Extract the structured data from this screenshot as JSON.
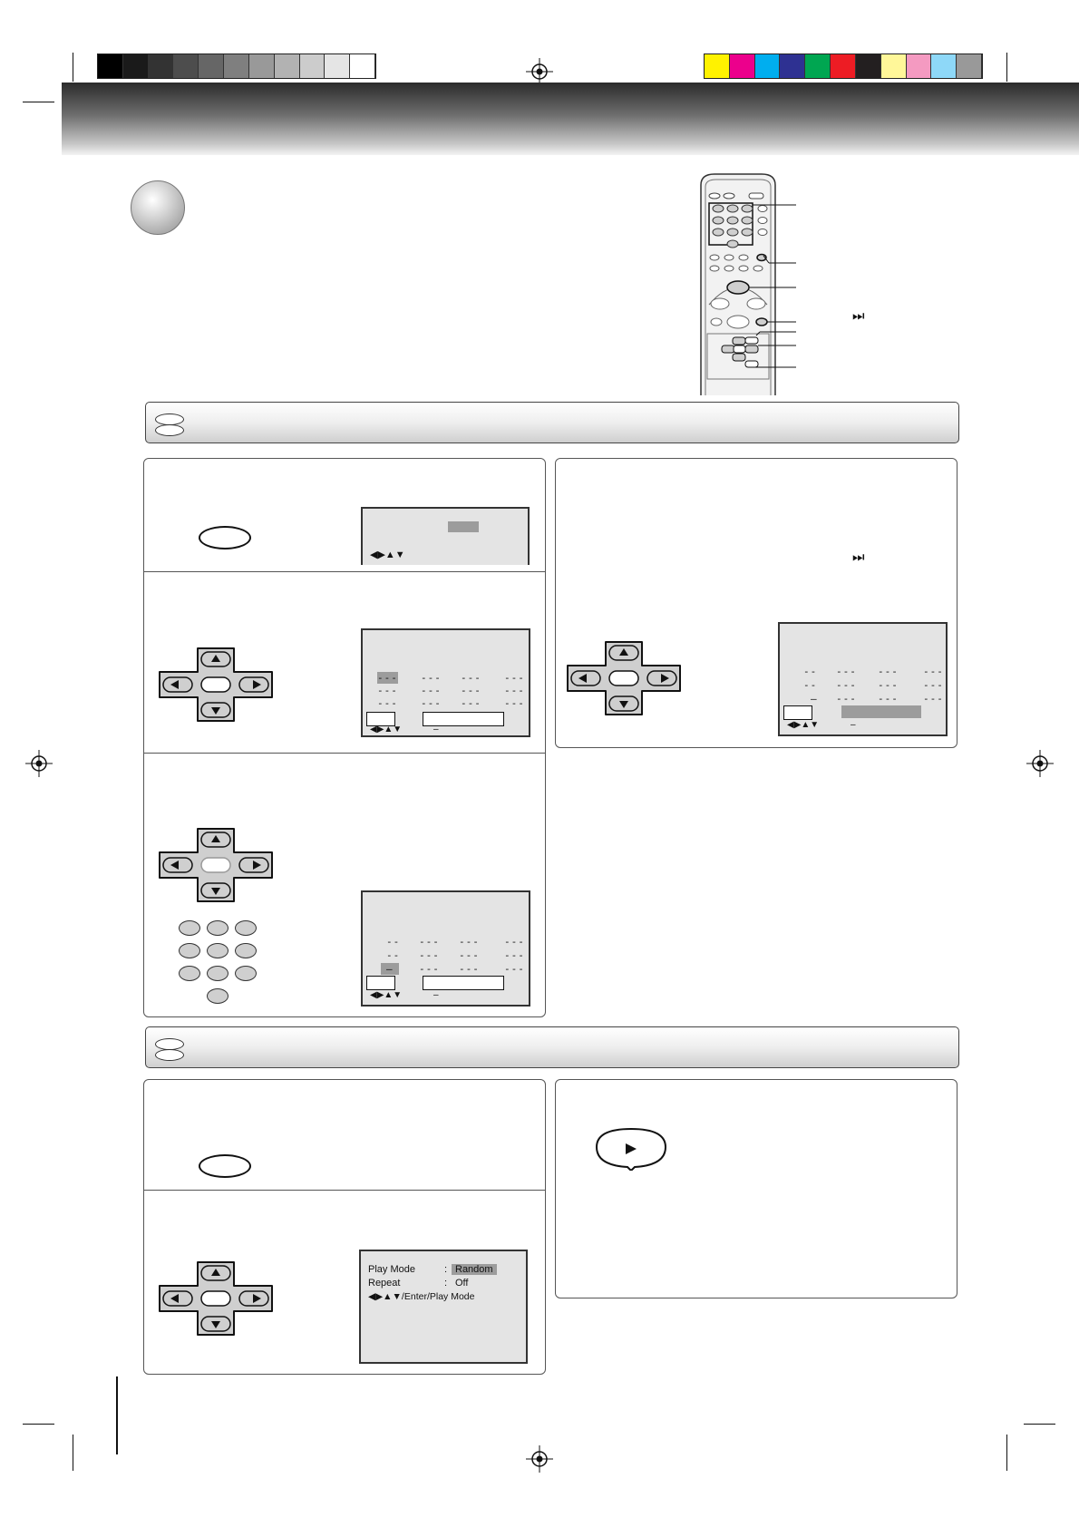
{
  "calibration": {
    "gray_swatches": [
      "#000000",
      "#1a1a1a",
      "#333333",
      "#4d4d4d",
      "#666666",
      "#7f7f7f",
      "#999999",
      "#b2b2b2",
      "#cccccc",
      "#e5e5e5",
      "#ffffff"
    ],
    "color_swatches": [
      "#fff200",
      "#ec008c",
      "#00aeef",
      "#2e3192",
      "#00a651",
      "#ed1c24",
      "#231f20",
      "#fff799",
      "#f49ac1",
      "#8ed8f8",
      "#999999"
    ]
  },
  "colors": {
    "osd_bg": "#e4e4e4",
    "highlight": "#9c9c9c",
    "button_fill": "#cfcfcf"
  },
  "icons": {
    "skip_next": "⏭",
    "arrow_left": "◀",
    "arrow_right": "▶",
    "arrow_up": "▲",
    "arrow_down": "▼",
    "play": "▶"
  },
  "osd_nav_hint": "◀▶▲▼",
  "osd_nav_short": "–",
  "program_grid_dash": "---",
  "program_grid_short": "--",
  "play_mode_osd": {
    "play_mode_label": "Play Mode",
    "play_mode_sep": ":",
    "play_mode_value": "Random",
    "repeat_label": "Repeat",
    "repeat_sep": ":",
    "repeat_value": "Off",
    "hint": "◀▶▲▼/Enter/Play Mode"
  }
}
